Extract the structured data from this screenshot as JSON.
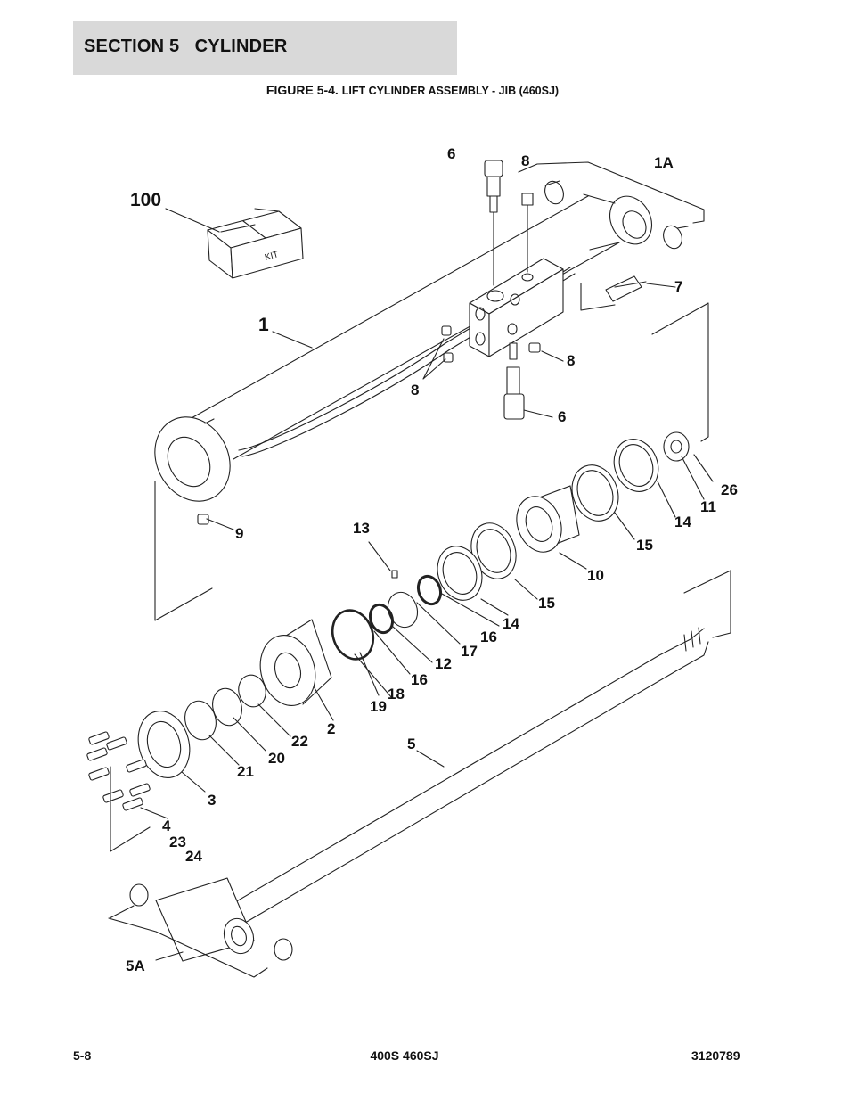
{
  "header": {
    "section_label": "SECTION 5   CYLINDER",
    "figure_number": "FIGURE 5-4.",
    "figure_title": "LIFT CYLINDER ASSEMBLY - JIB (460SJ)"
  },
  "kit": {
    "box_text": "KIT"
  },
  "callouts": {
    "c100": "100",
    "c1": "1",
    "c1a": "1A",
    "c6_top": "6",
    "c8_top": "8",
    "c7": "7",
    "c8_mid": "8",
    "c8_left": "8",
    "c6_low": "6",
    "c9": "9",
    "c13": "13",
    "c26": "26",
    "c11": "11",
    "c14_right": "14",
    "c15_right": "15",
    "c10": "10",
    "c15_mid": "15",
    "c14_mid": "14",
    "c16_mid": "16",
    "c17": "17",
    "c12": "12",
    "c16_low": "16",
    "c18": "18",
    "c19": "19",
    "c2": "2",
    "c22": "22",
    "c20": "20",
    "c21": "21",
    "c3": "3",
    "c4": "4",
    "c23": "23",
    "c24": "24",
    "c5": "5",
    "c5a": "5A"
  },
  "footer": {
    "page_number": "5-8",
    "model": "400S 460SJ",
    "doc_number": "3120789"
  }
}
